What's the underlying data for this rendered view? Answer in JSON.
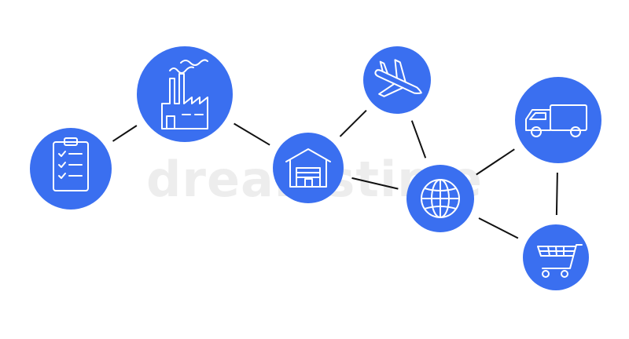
{
  "diagram": {
    "node_color": "#3a6ff0",
    "icon_color": "#ffffff",
    "line_color": "#111111",
    "nodes": [
      {
        "id": "checklist",
        "icon": "clipboard-checklist-icon"
      },
      {
        "id": "factory",
        "icon": "factory-icon"
      },
      {
        "id": "warehouse",
        "icon": "warehouse-icon"
      },
      {
        "id": "airplane",
        "icon": "airplane-icon"
      },
      {
        "id": "globe",
        "icon": "globe-icon"
      },
      {
        "id": "truck",
        "icon": "delivery-truck-icon"
      },
      {
        "id": "cart",
        "icon": "shopping-cart-icon"
      }
    ],
    "edges": [
      [
        "checklist",
        "factory"
      ],
      [
        "factory",
        "warehouse"
      ],
      [
        "warehouse",
        "airplane"
      ],
      [
        "warehouse",
        "globe"
      ],
      [
        "airplane",
        "globe"
      ],
      [
        "globe",
        "truck"
      ],
      [
        "globe",
        "cart"
      ],
      [
        "truck",
        "cart"
      ]
    ]
  },
  "watermark": {
    "text": "dreamstime"
  }
}
